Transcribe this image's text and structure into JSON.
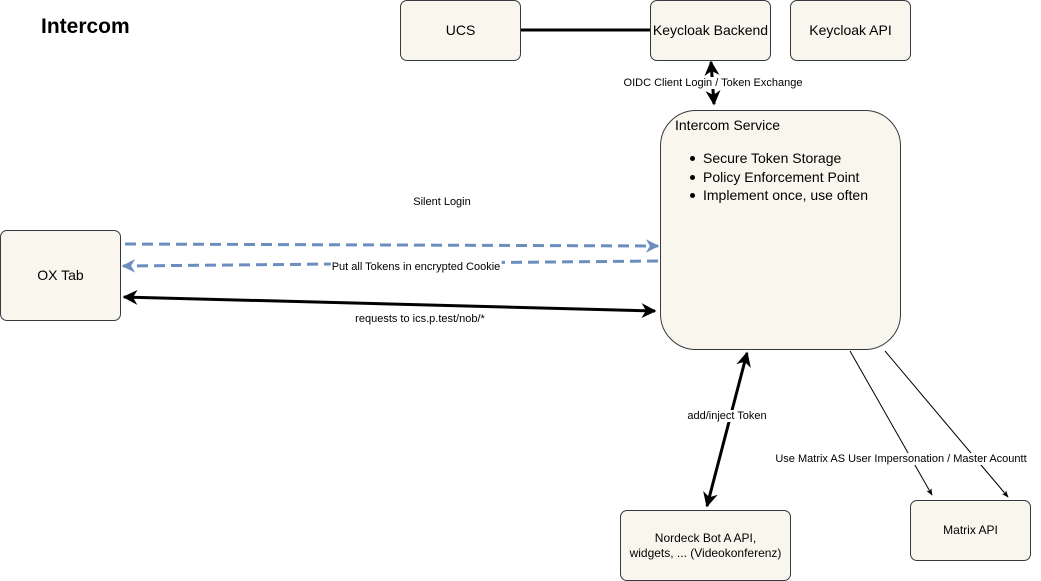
{
  "title": "Intercom",
  "nodes": {
    "ucs": "UCS",
    "keycloak_backend": "Keycloak Backend",
    "keycloak_api": "Keycloak API",
    "ox_tab": "OX Tab",
    "matrix_api": "Matrix API",
    "nordeck_line1": "Nordeck Bot A API,",
    "nordeck_line2": "widgets, ... (Videokonferenz)"
  },
  "intercom_service": {
    "title": "Intercom Service",
    "features": [
      "Secure Token Storage",
      "Policy Enforcement Point",
      "Implement once, use often"
    ]
  },
  "edge_labels": {
    "oidc": "OIDC Client Login / Token Exchange",
    "silent_login": "Silent Login",
    "encrypted_cookie": "Put all Tokens in encrypted Cookie",
    "requests": "requests to ics.p.test/nob/*",
    "inject_token": "add/inject Token",
    "matrix_impersonation": "Use Matrix AS User Impersonation / Master Acountt"
  },
  "colors": {
    "node_fill": "#f9f7ed",
    "node_stroke": "#36393d",
    "dashed_edge": "#6c8ebf",
    "solid_edge": "#000000"
  }
}
